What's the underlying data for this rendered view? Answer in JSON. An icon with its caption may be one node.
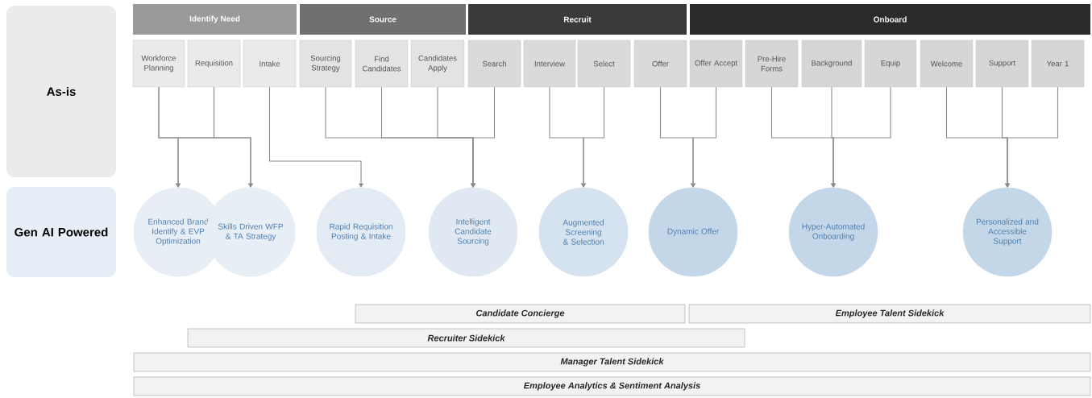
{
  "diagram": {
    "nodes": [
      {
        "text": [
          "As-is"
        ]
      },
      {
        "text": [
          "Gen AI Powered"
        ]
      },
      {
        "text": [
          "Identify Need"
        ]
      },
      {
        "text": [
          "Source"
        ]
      },
      {
        "text": [
          "Recruit"
        ]
      },
      {
        "text": [
          "Onboard"
        ]
      },
      {
        "text": [
          "Workforce Planning"
        ]
      },
      {
        "text": [
          "Requisition"
        ]
      },
      {
        "text": [
          "Intake"
        ]
      },
      {
        "text": [
          "Sourcing Strategy"
        ]
      },
      {
        "text": [
          "Find Candidates"
        ]
      },
      {
        "text": [
          "Candidates Apply"
        ]
      },
      {
        "text": [
          "Search"
        ]
      },
      {
        "text": [
          "Interview"
        ]
      },
      {
        "text": [
          "Select"
        ]
      },
      {
        "text": [
          "Offer"
        ]
      },
      {
        "text": [
          "Offer Accept"
        ]
      },
      {
        "text": [
          "Pre-Hire Forms"
        ]
      },
      {
        "text": [
          "Background"
        ]
      },
      {
        "text": [
          "Equip"
        ]
      },
      {
        "text": [
          "Welcome"
        ]
      },
      {
        "text": [
          "Support"
        ]
      },
      {
        "text": [
          "Year 1"
        ]
      },
      {
        "text": [
          "Enhanced Brand Identify & EVP Optimization"
        ]
      },
      {
        "text": [
          "Skills Driven WFP & TA Strategy"
        ]
      },
      {
        "text": [
          "Rapid Requisition Posting & Intake"
        ]
      },
      {
        "text": [
          "Intelligent Candidate Sourcing"
        ]
      },
      {
        "text": [
          "Augmented Screening & Selection"
        ]
      },
      {
        "text": [
          "Dynamic Offer"
        ]
      },
      {
        "text": [
          "Hyper-Automated Onboarding"
        ]
      },
      {
        "text": [
          "Personalized and Accessible Support"
        ]
      },
      {
        "text": [
          "Candidate Concierge"
        ]
      },
      {
        "text": [
          "Employee Talent Sidekick"
        ]
      },
      {
        "text": [
          "Recruiter Sidekick"
        ]
      },
      {
        "text": [
          "Manager Talent Sidekick"
        ]
      },
      {
        "text": [
          "Employee Analytics & Sentiment Analysis"
        ]
      }
    ],
    "edges": [
      {
        "from": 6,
        "to": 23,
        "arrow": "to"
      },
      {
        "from": 6,
        "to": 24,
        "arrow": "to"
      },
      {
        "from": 7,
        "to": 23,
        "arrow": "to"
      },
      {
        "from": 7,
        "to": 24,
        "arrow": "to"
      },
      {
        "from": 8,
        "to": 25,
        "arrow": "to"
      },
      {
        "from": 9,
        "to": 26,
        "arrow": "to"
      },
      {
        "from": 10,
        "to": 26,
        "arrow": "to"
      },
      {
        "from": 11,
        "to": 26,
        "arrow": "to"
      },
      {
        "from": 12,
        "to": 26,
        "arrow": "to"
      },
      {
        "from": 13,
        "to": 27,
        "arrow": "to"
      },
      {
        "from": 14,
        "to": 27,
        "arrow": "to"
      },
      {
        "from": 15,
        "to": 28,
        "arrow": "to"
      },
      {
        "from": 16,
        "to": 28,
        "arrow": "to"
      },
      {
        "from": 17,
        "to": 29,
        "arrow": "to"
      },
      {
        "from": 18,
        "to": 29,
        "arrow": "to"
      },
      {
        "from": 19,
        "to": 29,
        "arrow": "to"
      },
      {
        "from": 20,
        "to": 30,
        "arrow": "to"
      },
      {
        "from": 21,
        "to": 30,
        "arrow": "to"
      },
      {
        "from": 22,
        "to": 30,
        "arrow": "to"
      }
    ]
  }
}
